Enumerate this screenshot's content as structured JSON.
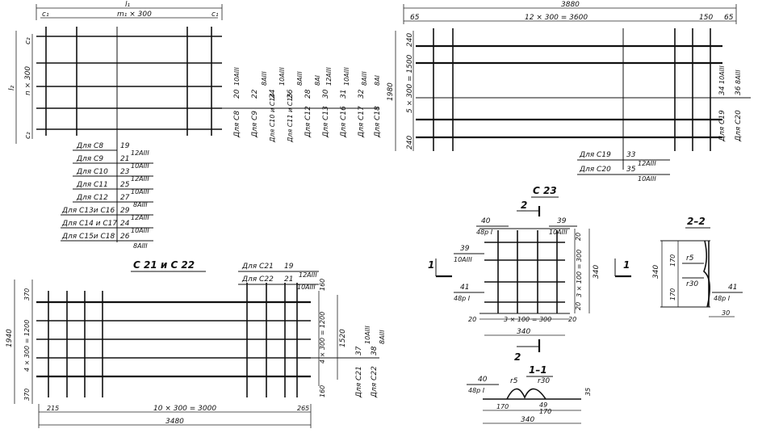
{
  "top_left": {
    "l1": "l₁",
    "c1": "c₁",
    "m1": "m₁ × 300",
    "c1r": "c₁",
    "l2": "l₂",
    "c2t": "c₂",
    "n300": "n × 300",
    "c2b": "c₂",
    "table": [
      {
        "label": "Для С8",
        "num": "19",
        "spec": ""
      },
      {
        "label": "Для С9",
        "num": "21",
        "spec": "12АIII"
      },
      {
        "label": "Для С10",
        "num": "23",
        "spec": "10АIII"
      },
      {
        "label": "Для С11",
        "num": "25",
        "spec": "12АIII"
      },
      {
        "label": "Для С12",
        "num": "27",
        "spec": "10АIII"
      },
      {
        "label": "Для С13и С16",
        "num": "29",
        "spec": "8АIII"
      },
      {
        "label": "Для С14 и С17",
        "num": "24",
        "spec": "12АIII"
      },
      {
        "label": "Для С15и С18",
        "num": "26",
        "spec": "10АIII"
      }
    ],
    "table_last": "8АIII",
    "vert_table": [
      {
        "label": "Для С8",
        "num": "20",
        "spec": "10АIII"
      },
      {
        "label": "Для С9",
        "num": "22",
        "spec": "8АIII"
      },
      {
        "label": "Для С10 и С14",
        "num": "24",
        "spec": "10АIII"
      },
      {
        "label": "Для С11 и С15",
        "num": "26",
        "spec": "8АIII"
      },
      {
        "label": "Для С12",
        "num": "28",
        "spec": "8АI"
      },
      {
        "label": "Для С13",
        "num": "30",
        "spec": "12АIII"
      },
      {
        "label": "Для С16",
        "num": "31",
        "spec": "10АIII"
      },
      {
        "label": "Для С17",
        "num": "32",
        "spec": "8АIII"
      },
      {
        "label": "Для С18",
        "num": "",
        "spec": "8АI"
      }
    ]
  },
  "top_right": {
    "total": "3880",
    "left": "65",
    "mid": "12 × 300 = 3600",
    "r150": "150",
    "right": "65",
    "height": "1980",
    "top": "240",
    "mid_v": "5 × 300 = 1500",
    "bot": "240",
    "vlabel1": "Для С19",
    "vnum1": "34",
    "vspec1": "10АIII",
    "vlabel2": "Для С20",
    "vnum2": "36",
    "vspec2": "8АIII",
    "hl1": "Для С19",
    "hn1": "33",
    "hs1": "12АIII",
    "hl2": "Для С20",
    "hn2": "35",
    "hs2": "10АIII"
  },
  "c23": {
    "title": "С 23",
    "n40": "40",
    "n40s": "48р I",
    "n39": "39",
    "n39s": "10АIII",
    "n39b": "39",
    "n39bs": "10АIII",
    "n41": "41",
    "n41s": "48р I",
    "d20a": "20",
    "d20b": "20",
    "d20c": "20",
    "d20d": "20",
    "bot": "3 × 100 = 300",
    "total": "340",
    "vert": "3 × 100 = 300",
    "vtotal": "340",
    "cut1": "1",
    "cut1b": "1",
    "cut2": "2",
    "cut2b": "2"
  },
  "s22": {
    "title": "2–2",
    "h340": "340",
    "h170a": "170",
    "h170b": "170",
    "r5": "r5",
    "r30": "r30",
    "n41": "41",
    "n41s": "48р I",
    "d30": "30"
  },
  "s11": {
    "title": "1–1",
    "n40": "40",
    "n40s": "48р I",
    "r5": "r5",
    "r30": "r30",
    "h35": "35",
    "n49": "49",
    "w170a": "170",
    "w170b": "170",
    "total": "340"
  },
  "c21": {
    "title": "С 21  и  С 22",
    "l1": "Для С21",
    "n1": "19",
    "l2": "Для С22",
    "n2": "21",
    "s1": "12АIII",
    "s2": "10АIII",
    "d160a": "160",
    "h1940": "1940",
    "h370": "370",
    "mid": "4 × 300 = 1200",
    "h370b": "370",
    "r1520": "1520",
    "r1200": "4 × 300 = 1200",
    "d160b": "160",
    "vl1": "Для С21",
    "vn1": "37",
    "vs1": "10АIII",
    "vl2": "Для С22",
    "vn2": "38",
    "vs2": "8АIII",
    "d215": "215",
    "bmid": "10 × 300 = 3000",
    "d265": "265",
    "total": "3480"
  }
}
